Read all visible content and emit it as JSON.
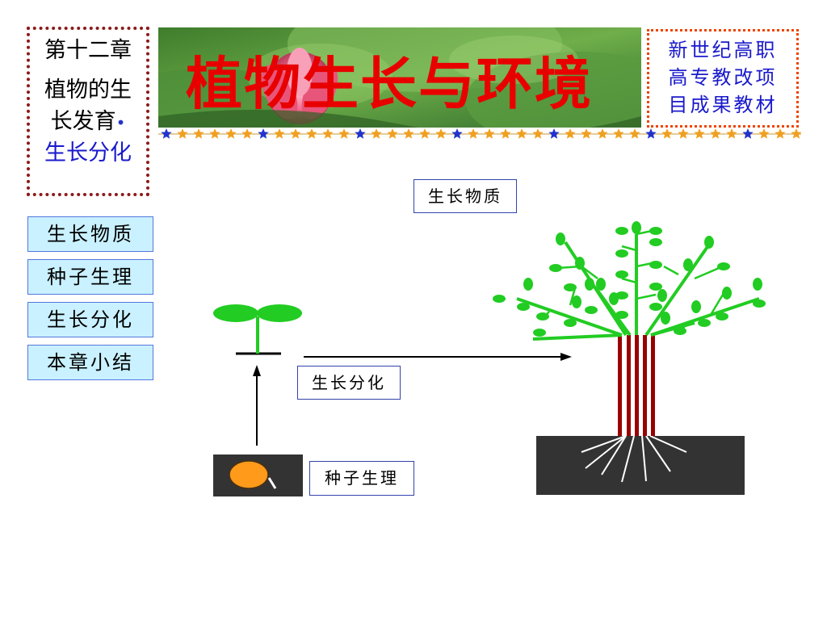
{
  "chapter": {
    "number": "第十二章",
    "line2": "植物的生",
    "line3": "长发育",
    "bullet": "•",
    "line4": "生长分化"
  },
  "banner": {
    "title": "植物生长与环境"
  },
  "publisher": {
    "line1": "新世纪高职",
    "line2": "高专教改项",
    "line3": "目成果教材"
  },
  "nav": {
    "items": [
      {
        "label": "生长物质"
      },
      {
        "label": "种子生理"
      },
      {
        "label": "生长分化"
      },
      {
        "label": "本章小结"
      }
    ]
  },
  "diagram": {
    "label_substance": "生长物质",
    "label_growth": "生长分化",
    "label_seed": "种子生理"
  },
  "colors": {
    "leaf_green": "#22cc22",
    "trunk_red": "#990000",
    "soil": "#333333",
    "seed_orange": "#ff9a1a",
    "nav_bg": "#c9f1ff",
    "title_red": "#e80000",
    "text_blue": "#1a1acc"
  }
}
